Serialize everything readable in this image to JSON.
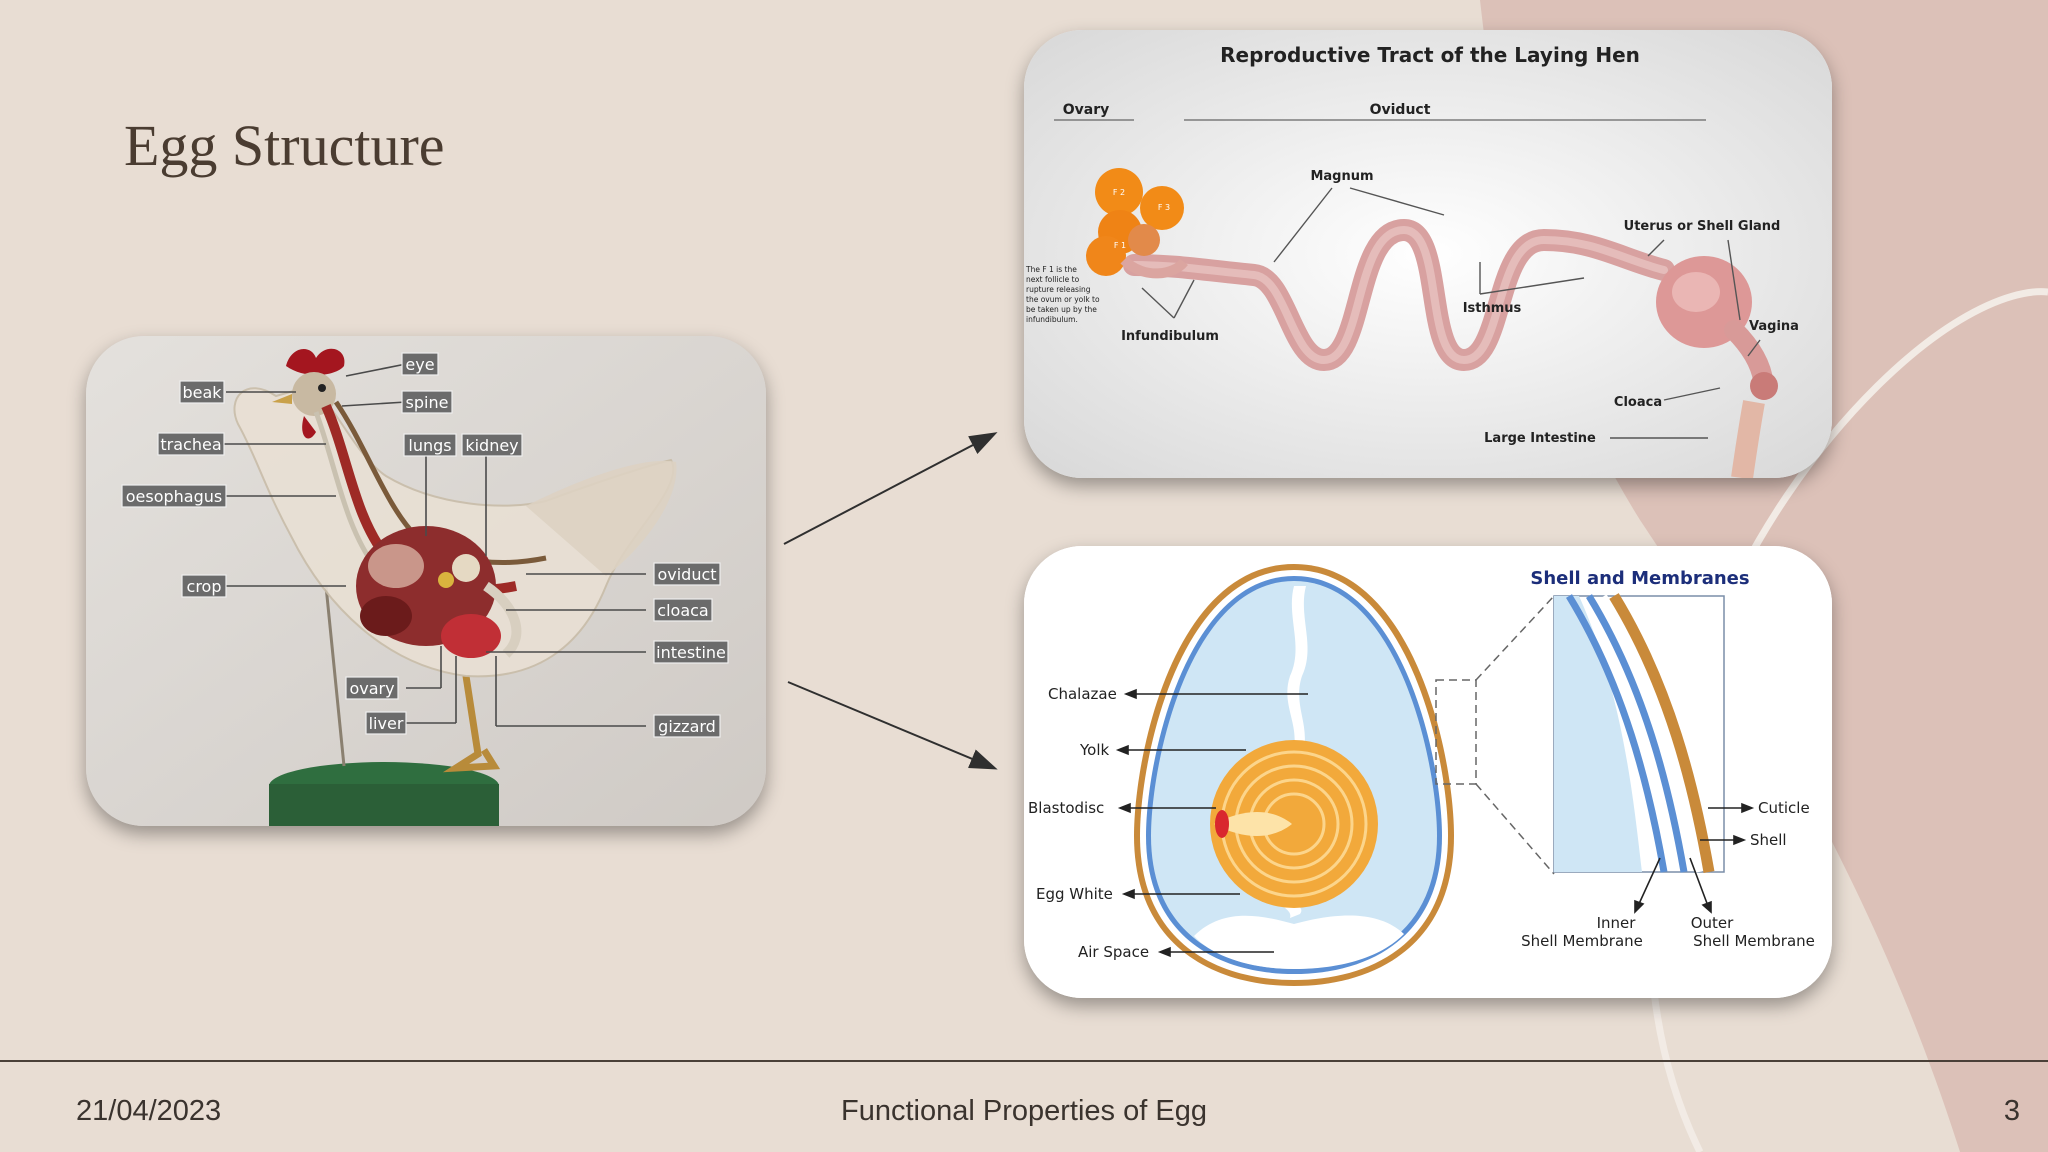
{
  "slide": {
    "title": "Egg Structure",
    "footer": {
      "date": "21/04/2023",
      "title": "Functional Properties of Egg",
      "page_number": "3"
    }
  },
  "chicken_model": {
    "labels": {
      "beak": "beak",
      "trachea": "trachea",
      "oesophagus": "oesophagus",
      "crop": "crop",
      "eye": "eye",
      "spine": "spine",
      "lungs": "lungs",
      "kidney": "kidney",
      "oviduct": "oviduct",
      "cloaca": "cloaca",
      "intestine": "intestine",
      "gizzard": "gizzard",
      "ovary": "ovary",
      "liver": "liver"
    }
  },
  "reproductive_tract": {
    "title": "Reproductive Tract of the Laying Hen",
    "labels": {
      "ovary": "Ovary",
      "oviduct": "Oviduct",
      "magnum": "Magnum",
      "uterus": "Uterus or Shell Gland",
      "isthmus": "Isthmus",
      "infundibulum": "Infundibulum",
      "vagina": "Vagina",
      "cloaca": "Cloaca",
      "large_intestine": "Large Intestine",
      "note_1": "The F 1 is the",
      "note_2": "next follicle to",
      "note_3": "rupture releasing",
      "note_4": "the ovum or yolk to",
      "note_5": "be taken up by the",
      "note_6": "infundibulum.",
      "f1": "F 1",
      "f2": "F 2",
      "f3": "F 3"
    }
  },
  "egg_diagram": {
    "title": "Shell and Membranes",
    "labels": {
      "chalazae": "Chalazae",
      "yolk": "Yolk",
      "blastodisc": "Blastodisc",
      "egg_white": "Egg White",
      "air_space": "Air Space",
      "cuticle": "Cuticle",
      "shell": "Shell",
      "inner_1": "Inner",
      "inner_2": "Shell Membrane",
      "outer_1": "Outer",
      "outer_2": "Shell Membrane"
    }
  },
  "colors": {
    "background": "#e8ddd3",
    "decor_shape": "#dcc1b8",
    "title_text": "#4a3c31",
    "yolk": "#f2a93b",
    "egg_white": "#cfe6f5",
    "shell": "#c98a3a",
    "membrane": "#5b8fd4",
    "egg_title": "#1c2e7a"
  }
}
